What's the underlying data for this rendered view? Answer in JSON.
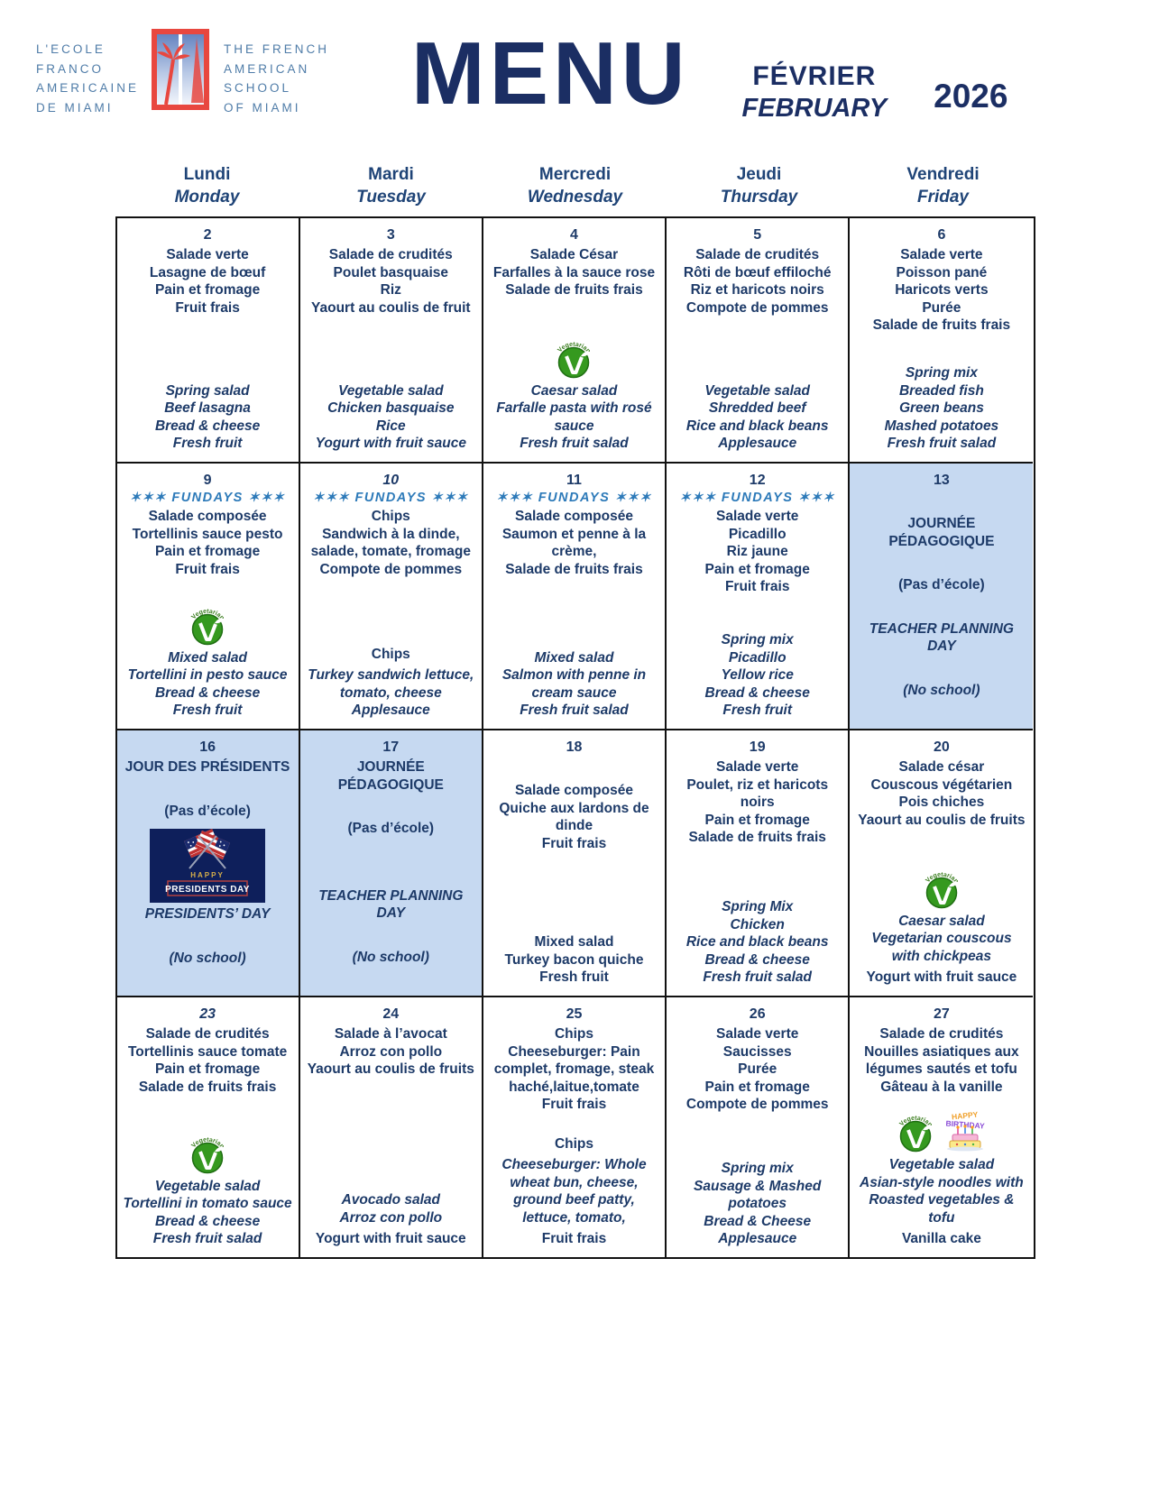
{
  "header": {
    "brand_left_lines": [
      "L'ECOLE",
      "FRANCO",
      "AMERICAINE",
      "DE MIAMI"
    ],
    "brand_right_lines": [
      "THE FRENCH",
      "AMERICAN",
      "SCHOOL",
      "OF MIAMI"
    ],
    "title": "MENU",
    "month_fr": "FÉVRIER",
    "month_en": "FEBRUARY",
    "year": "2026"
  },
  "colors": {
    "text_navy": "#1d3a68",
    "title_navy": "#1b2e63",
    "fundays_blue": "#2d7ab9",
    "highlight_blue": "#c6d9f1",
    "brand_blue": "#4f7ca8",
    "logo_red": "#e8473f",
    "vegetarian_green": "#35991f"
  },
  "calendar": {
    "fundays_label": "✶✶✶ FUNDAYS ✶✶✶",
    "day_headers": [
      {
        "fr": "Lundi",
        "en": "Monday"
      },
      {
        "fr": "Mardi",
        "en": "Tuesday"
      },
      {
        "fr": "Mercredi",
        "en": "Wednesday"
      },
      {
        "fr": "Jeudi",
        "en": "Thursday"
      },
      {
        "fr": "Vendredi",
        "en": "Friday"
      }
    ],
    "weeks": [
      [
        {
          "day": "2",
          "top": [
            {
              "type": "fr",
              "lines": [
                "Salade verte",
                "Lasagne de bœuf",
                "Pain et fromage",
                "Fruit frais"
              ]
            }
          ],
          "bottom": [
            {
              "type": "en",
              "lines": [
                "Spring salad",
                "Beef lasagna",
                "Bread & cheese",
                "Fresh fruit"
              ]
            }
          ]
        },
        {
          "day": "3",
          "top": [
            {
              "type": "fr",
              "lines": [
                "Salade de crudités",
                "Poulet basquaise",
                "Riz",
                "Yaourt au coulis de fruit"
              ]
            }
          ],
          "bottom": [
            {
              "type": "en",
              "lines": [
                "Vegetable salad",
                "Chicken basquaise",
                "Rice",
                "Yogurt with fruit sauce"
              ]
            }
          ]
        },
        {
          "day": "4",
          "top": [
            {
              "type": "fr",
              "lines": [
                "Salade César",
                "Farfalles à la sauce rose",
                "Salade de fruits frais"
              ]
            }
          ],
          "bottom": [
            {
              "type": "icons",
              "names": [
                "vegetarian"
              ]
            },
            {
              "type": "en",
              "lines": [
                "Caesar salad",
                "Farfalle pasta with rosé sauce",
                "Fresh fruit salad"
              ]
            }
          ]
        },
        {
          "day": "5",
          "top": [
            {
              "type": "fr",
              "lines": [
                "Salade de crudités",
                "Rôti de bœuf effiloché",
                "Riz et haricots noirs",
                "Compote de pommes"
              ]
            }
          ],
          "bottom": [
            {
              "type": "en",
              "lines": [
                "Vegetable salad",
                "Shredded beef",
                "Rice and black beans",
                "Applesauce"
              ]
            }
          ]
        },
        {
          "day": "6",
          "top": [
            {
              "type": "fr",
              "lines": [
                "Salade verte",
                "Poisson pané",
                "Haricots verts",
                "Purée",
                "Salade de fruits frais"
              ]
            }
          ],
          "bottom": [
            {
              "type": "en",
              "lines": [
                "Spring mix",
                "Breaded fish",
                "Green beans",
                "Mashed potatoes",
                "Fresh fruit salad"
              ]
            }
          ]
        }
      ],
      [
        {
          "day": "9",
          "fundays": true,
          "top": [
            {
              "type": "fr",
              "lines": [
                "Salade composée",
                "Tortellinis sauce pesto",
                "Pain et fromage",
                "Fruit frais"
              ]
            }
          ],
          "bottom": [
            {
              "type": "icons",
              "names": [
                "vegetarian"
              ]
            },
            {
              "type": "en",
              "lines": [
                "Mixed salad",
                "Tortellini in pesto sauce",
                "Bread & cheese",
                "Fresh fruit"
              ]
            }
          ]
        },
        {
          "day": "10",
          "day_italic": true,
          "fundays": true,
          "top": [
            {
              "type": "fr",
              "lines": [
                "Chips",
                "Sandwich à la dinde, salade, tomate, fromage",
                "Compote de pommes"
              ]
            }
          ],
          "bottom": [
            {
              "type": "enu",
              "lines": [
                "Chips"
              ]
            },
            {
              "type": "en",
              "lines": [
                "Turkey sandwich lettuce, tomato, cheese",
                "Applesauce"
              ]
            }
          ]
        },
        {
          "day": "11",
          "fundays": true,
          "top": [
            {
              "type": "fr",
              "lines": [
                "Salade composée",
                "Saumon et penne à la crème,",
                "Salade de fruits frais"
              ]
            }
          ],
          "bottom": [
            {
              "type": "en",
              "lines": [
                "Mixed salad",
                "Salmon with penne in cream sauce",
                "Fresh fruit salad"
              ]
            }
          ]
        },
        {
          "day": "12",
          "fundays": true,
          "top": [
            {
              "type": "fr",
              "lines": [
                "Salade verte",
                "Picadillo",
                "Riz jaune",
                "Pain et fromage",
                "Fruit frais"
              ]
            }
          ],
          "bottom": [
            {
              "type": "en",
              "lines": [
                "Spring mix",
                "Picadillo",
                "Yellow rice",
                "Bread & cheese",
                "Fresh fruit"
              ]
            }
          ]
        },
        {
          "day": "13",
          "highlight": true,
          "top": [
            {
              "type": "gap"
            },
            {
              "type": "fr",
              "lines": [
                "JOURNÉE PÉDAGOGIQUE"
              ]
            },
            {
              "type": "gap"
            },
            {
              "type": "fr",
              "lines": [
                "(Pas d’école)"
              ]
            },
            {
              "type": "gap"
            },
            {
              "type": "en",
              "lines": [
                "TEACHER PLANNING DAY"
              ]
            },
            {
              "type": "gap"
            },
            {
              "type": "en",
              "lines": [
                "(No school)"
              ]
            }
          ],
          "bottom": []
        }
      ],
      [
        {
          "day": "16",
          "highlight": true,
          "top": [
            {
              "type": "fr",
              "lines": [
                "JOUR DES PRÉSIDENTS"
              ]
            },
            {
              "type": "gap"
            },
            {
              "type": "fr",
              "lines": [
                "(Pas d’école)"
              ]
            },
            {
              "type": "img",
              "name": "presidents-day"
            },
            {
              "type": "en",
              "lines": [
                "PRESIDENTS’ DAY"
              ]
            },
            {
              "type": "gap"
            },
            {
              "type": "en",
              "lines": [
                "(No school)"
              ]
            }
          ],
          "bottom": []
        },
        {
          "day": "17",
          "highlight": true,
          "top": [
            {
              "type": "fr",
              "lines": [
                "JOURNÉE PÉDAGOGIQUE"
              ]
            },
            {
              "type": "gap"
            },
            {
              "type": "fr",
              "lines": [
                "(Pas d’école)"
              ]
            },
            {
              "type": "gap"
            },
            {
              "type": "gap"
            },
            {
              "type": "en",
              "lines": [
                "TEACHER PLANNING DAY"
              ]
            },
            {
              "type": "gap"
            },
            {
              "type": "en",
              "lines": [
                "(No school)"
              ]
            }
          ],
          "bottom": []
        },
        {
          "day": "18",
          "top": [
            {
              "type": "gap"
            },
            {
              "type": "fr",
              "lines": [
                "Salade composée",
                "Quiche aux lardons de dinde",
                "Fruit frais"
              ]
            }
          ],
          "bottom": [
            {
              "type": "enu",
              "lines": [
                "Mixed salad",
                "Turkey bacon quiche",
                "Fresh fruit"
              ]
            }
          ]
        },
        {
          "day": "19",
          "top": [
            {
              "type": "fr",
              "lines": [
                "Salade verte",
                "Poulet, riz et haricots noirs",
                "Pain et fromage",
                "Salade de fruits frais"
              ]
            }
          ],
          "bottom": [
            {
              "type": "en",
              "lines": [
                "Spring Mix",
                "Chicken",
                "Rice and black beans",
                "Bread & cheese",
                "Fresh fruit salad"
              ]
            }
          ]
        },
        {
          "day": "20",
          "top": [
            {
              "type": "fr",
              "lines": [
                "Salade césar",
                "Couscous végétarien",
                "Pois chiches",
                "Yaourt au coulis de fruits"
              ]
            }
          ],
          "bottom": [
            {
              "type": "icons",
              "names": [
                "vegetarian"
              ]
            },
            {
              "type": "en",
              "lines": [
                "Caesar salad",
                "Vegetarian couscous with chickpeas"
              ]
            },
            {
              "type": "enu",
              "lines": [
                "Yogurt with fruit sauce"
              ]
            }
          ]
        }
      ],
      [
        {
          "day": "23",
          "day_italic": true,
          "top": [
            {
              "type": "fr",
              "lines": [
                "Salade de crudités",
                "Tortellinis sauce tomate",
                "Pain et fromage",
                "Salade de fruits frais"
              ]
            }
          ],
          "bottom": [
            {
              "type": "icons",
              "names": [
                "vegetarian"
              ]
            },
            {
              "type": "en",
              "lines": [
                "Vegetable salad",
                "Tortellini in tomato sauce",
                "Bread & cheese",
                "Fresh fruit salad"
              ]
            }
          ]
        },
        {
          "day": "24",
          "top": [
            {
              "type": "fr",
              "lines": [
                "Salade à l’avocat",
                "Arroz con pollo",
                "Yaourt au coulis de fruits"
              ]
            }
          ],
          "bottom": [
            {
              "type": "en",
              "lines": [
                "Avocado salad",
                "Arroz con pollo"
              ]
            },
            {
              "type": "enu",
              "lines": [
                "Yogurt with fruit sauce"
              ]
            }
          ]
        },
        {
          "day": "25",
          "top": [
            {
              "type": "fr",
              "lines": [
                "Chips",
                "Cheeseburger: Pain complet, fromage, steak haché,laitue,tomate",
                "Fruit frais"
              ]
            }
          ],
          "bottom": [
            {
              "type": "enu",
              "lines": [
                "Chips"
              ]
            },
            {
              "type": "en",
              "lines": [
                "Cheeseburger: Whole wheat bun, cheese,",
                "ground beef patty,",
                "lettuce, tomato,"
              ]
            },
            {
              "type": "enu",
              "lines": [
                "Fruit frais"
              ]
            }
          ]
        },
        {
          "day": "26",
          "top": [
            {
              "type": "fr",
              "lines": [
                "Salade verte",
                "Saucisses",
                "Purée",
                "Pain et fromage",
                "Compote de pommes"
              ]
            }
          ],
          "bottom": [
            {
              "type": "en",
              "lines": [
                "Spring mix",
                "Sausage & Mashed potatoes",
                "Bread & Cheese",
                "Applesauce"
              ]
            }
          ]
        },
        {
          "day": "27",
          "top": [
            {
              "type": "fr",
              "lines": [
                "Salade de crudités",
                "Nouilles asiatiques aux légumes sautés et tofu",
                "Gâteau à la vanille"
              ]
            }
          ],
          "bottom": [
            {
              "type": "icons",
              "names": [
                "vegetarian",
                "birthday-cake"
              ]
            },
            {
              "type": "en",
              "lines": [
                "Vegetable salad",
                "Asian-style noodles with Roasted vegetables & tofu"
              ]
            },
            {
              "type": "enu",
              "lines": [
                "Vanilla cake"
              ]
            }
          ]
        }
      ]
    ]
  }
}
